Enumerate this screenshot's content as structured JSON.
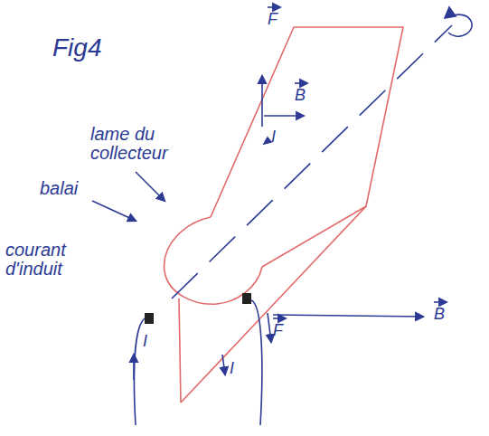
{
  "diagram": {
    "labels": [
      "Fig4",
      "lame du collecteur",
      "balai",
      "courant d'induit",
      "I",
      "F",
      "B",
      "I",
      "B",
      "F",
      "I"
    ]
  }
}
